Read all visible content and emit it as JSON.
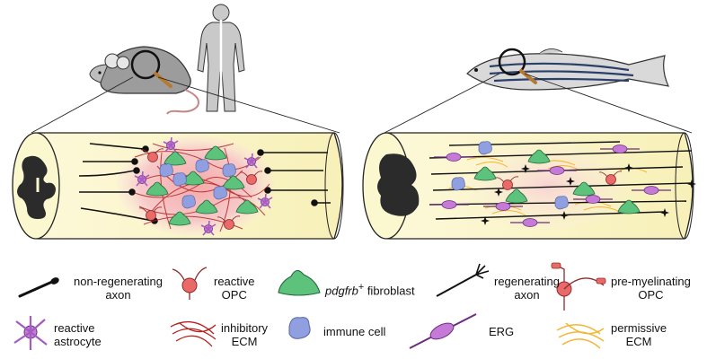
{
  "colors": {
    "tube_fill": "#fbf7cf",
    "lesion_mammal": "#f7c5c5",
    "lesion_fish": "#f9dede",
    "fibroblast": "#5cc27c",
    "opc": "#ea6a6a",
    "astrocyte": "#c57ad8",
    "immune": "#8f9fe0",
    "inhibitory_ecm": "#b52222",
    "permissive_ecm": "#f2b632",
    "erg": "#b45bcc",
    "grey_matter": "#2b2b2b"
  },
  "icons": [
    "mouse-icon",
    "human-silhouette-icon",
    "zebrafish-icon",
    "magnifier-icon"
  ],
  "legend": {
    "nonregen_axon": {
      "line1": "non-regenerating",
      "line2": "axon"
    },
    "reactive_opc": {
      "line1": "reactive",
      "line2": "OPC"
    },
    "fibroblast": {
      "gene": "pdgfrb",
      "sup": "+",
      "rest": " fibroblast"
    },
    "regen_axon": {
      "line1": "regenerating",
      "line2": "axon"
    },
    "premyel_opc": {
      "line1": "pre-myelinating",
      "line2": "OPC"
    },
    "reactive_astrocyte": {
      "line1": "reactive",
      "line2": "astrocyte"
    },
    "inhibitory_ecm": {
      "line1": "inhibitory",
      "line2": "ECM"
    },
    "immune_cell": {
      "label": "immune cell"
    },
    "erg": {
      "label": "ERG"
    },
    "permissive_ecm": {
      "line1": "permissive",
      "line2": "ECM"
    }
  }
}
